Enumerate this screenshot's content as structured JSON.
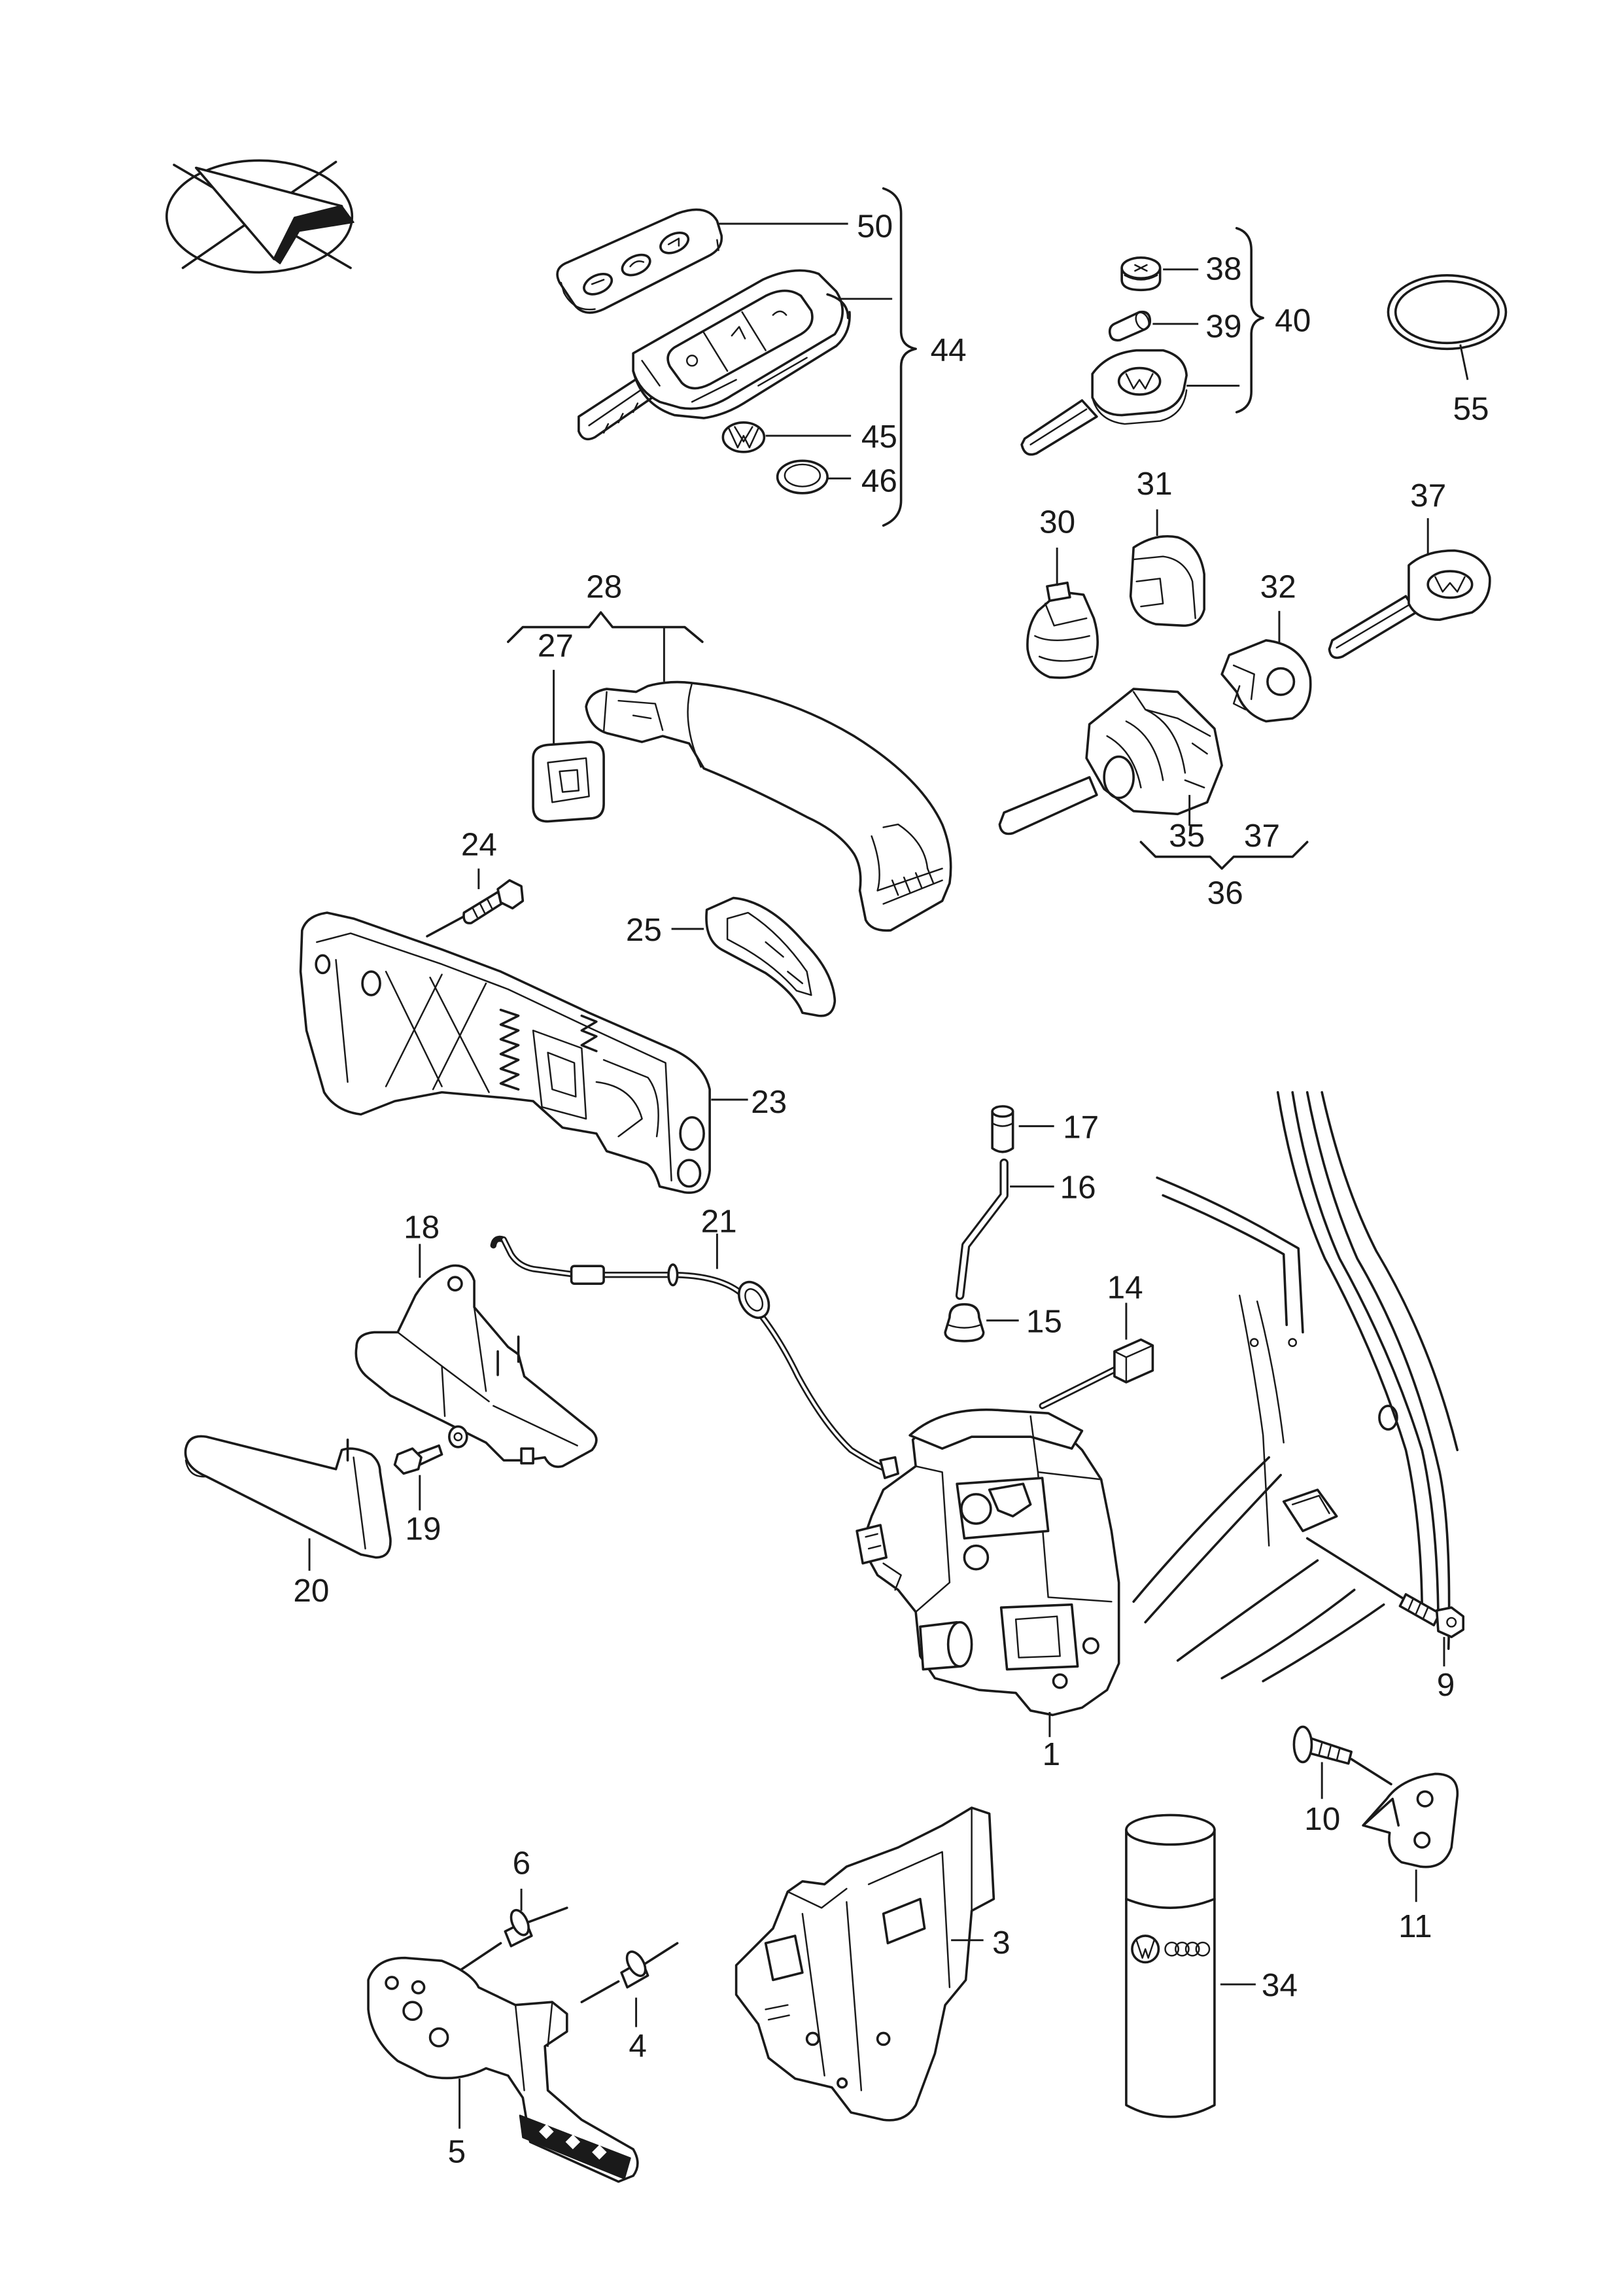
{
  "diagram": {
    "callouts": [
      "50",
      "44",
      "45",
      "46",
      "38",
      "39",
      "40",
      "55",
      "30",
      "31",
      "37",
      "32",
      "28",
      "27",
      "35",
      "37",
      "36",
      "24",
      "25",
      "23",
      "17",
      "16",
      "15",
      "14",
      "18",
      "21",
      "19",
      "20",
      "9",
      "1",
      "10",
      "11",
      "6",
      "3",
      "4",
      "5",
      "34"
    ]
  },
  "colors": {
    "line": "#1a1a1a",
    "background": "#ffffff"
  }
}
